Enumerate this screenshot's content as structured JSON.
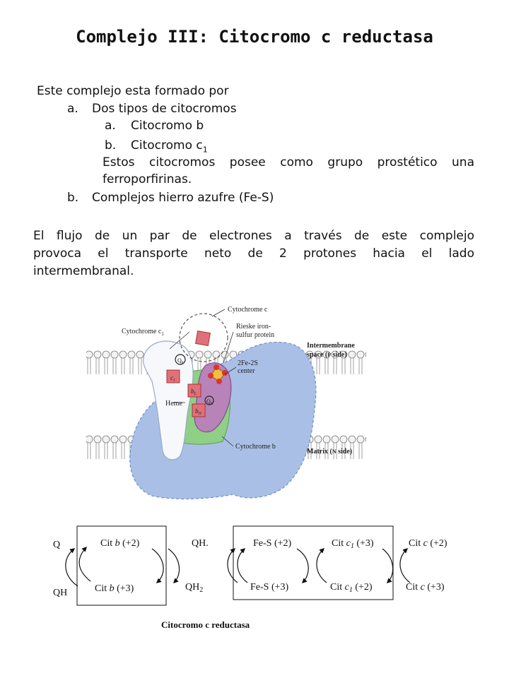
{
  "title": "Complejo III: Citocromo c reductasa",
  "intro": "Este complejo esta formado por",
  "list": {
    "a_marker": "a.",
    "a_text": "Dos tipos de citocromos",
    "a1_marker": "a.",
    "a1_text": "Citocromo b",
    "b1_marker": "b.",
    "b1_text": "Citocromo c",
    "b1_sub": "1",
    "prosthetic_line1": "Estos citocromos posee como grupo prostético una",
    "prosthetic_line2": "ferroporfirinas.",
    "b_marker": "b.",
    "b_text": "Complejos hierro azufre (Fe-S)"
  },
  "flow_line1": "El flujo de un par de electrones a través de este complejo",
  "flow_line2": "provoca el transporte neto de 2 protones hacia el lado",
  "flow_line3": "intermembranal.",
  "figure": {
    "cytochrome_c": "Cytochrome c",
    "cytochrome_c1": "Cytochrome c",
    "cytochrome_c1_sub": "1",
    "rieske_line1": "Rieske iron-",
    "rieske_line2": "sulfur protein",
    "intermembrane_line1": "Intermembrane",
    "intermembrane_line2": "space (",
    "intermembrane_p": "P",
    "intermembrane_side": " side)",
    "fe2s_line1": "2Fe-2S",
    "fe2s_line2": "center",
    "heme": "Heme",
    "cytochrome_b": "Cytochrome b",
    "matrix": "Matrix (",
    "matrix_n": "N",
    "matrix_side": " side)",
    "qp_q": "Q",
    "qp_sub": "P",
    "qn_q": "Q",
    "qn_sub": "N",
    "c1_c": "c",
    "c1_sub": "1",
    "bl_b": "b",
    "bl_sub": "L",
    "bh_b": "b",
    "bh_sub": "H"
  },
  "scheme": {
    "q": "Q",
    "qh": "QH",
    "cit_b_plus2_pre": "Cit ",
    "cit_b_plus2_it": "b",
    "cit_b_plus2_post": " (+2)",
    "cit_b_plus3_pre": "Cit ",
    "cit_b_plus3_it": "b",
    "cit_b_plus3_post": " (+3)",
    "qh_dot": "QH.",
    "qh2": "QH",
    "qh2_sub": "2",
    "fes_plus2": "Fe-S (+2)",
    "fes_plus3": "Fe-S (+3)",
    "citc1_plus3_pre": "Cit ",
    "citc1_plus3_it": "c",
    "citc1_plus3_sub": "1",
    "citc1_plus3_post": " (+3)",
    "citc1_plus2_pre": "Cit ",
    "citc1_plus2_it": "c",
    "citc1_plus2_sub": "1",
    "citc1_plus2_post": " (+2)",
    "citc_plus2_pre": "Cit ",
    "citc_plus2_it": "c",
    "citc_plus2_post": " (+2)",
    "citc_plus3_pre": "Cit ",
    "citc_plus3_it": "c",
    "citc_plus3_post": " (+3)",
    "caption": "Citocromo c reductasa"
  },
  "colors": {
    "membrane_head": "#f0f0f0",
    "complex_blue": "#a9bfe6",
    "cyt_c1_white": "#f6f8fc",
    "green_region": "#8fcf86",
    "rieske_purple": "#b783b8",
    "heme_red": "#e0707a"
  }
}
